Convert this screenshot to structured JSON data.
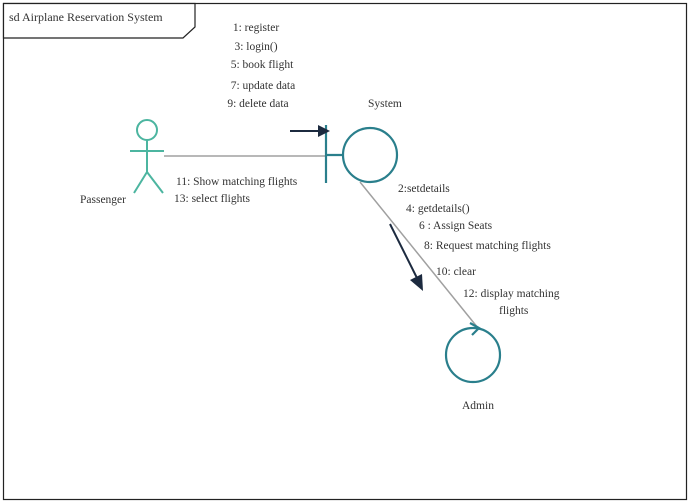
{
  "diagram": {
    "title": "sd Airplane Reservation System",
    "actor": {
      "label": "Passenger"
    },
    "system": {
      "label": "System"
    },
    "admin": {
      "label": "Admin"
    },
    "passenger_to_system_messages": [
      "1: register",
      "3: login()",
      "5: book flight",
      "7: update data",
      "9: delete data"
    ],
    "system_to_passenger_messages": [
      "11: Show matching flights",
      "13: select flights"
    ],
    "system_to_admin_messages": [
      "2:setdetails",
      "4: getdetails()",
      "6 : Assign Seats",
      "8: Request matching flights",
      "10: clear",
      "12: display matching",
      "flights"
    ],
    "colors": {
      "actor": "#4cb5a0",
      "object": "#2a7f8c",
      "link": "#a0a0a0",
      "arrow": "#1c2a3f",
      "frame": "#222222"
    }
  }
}
